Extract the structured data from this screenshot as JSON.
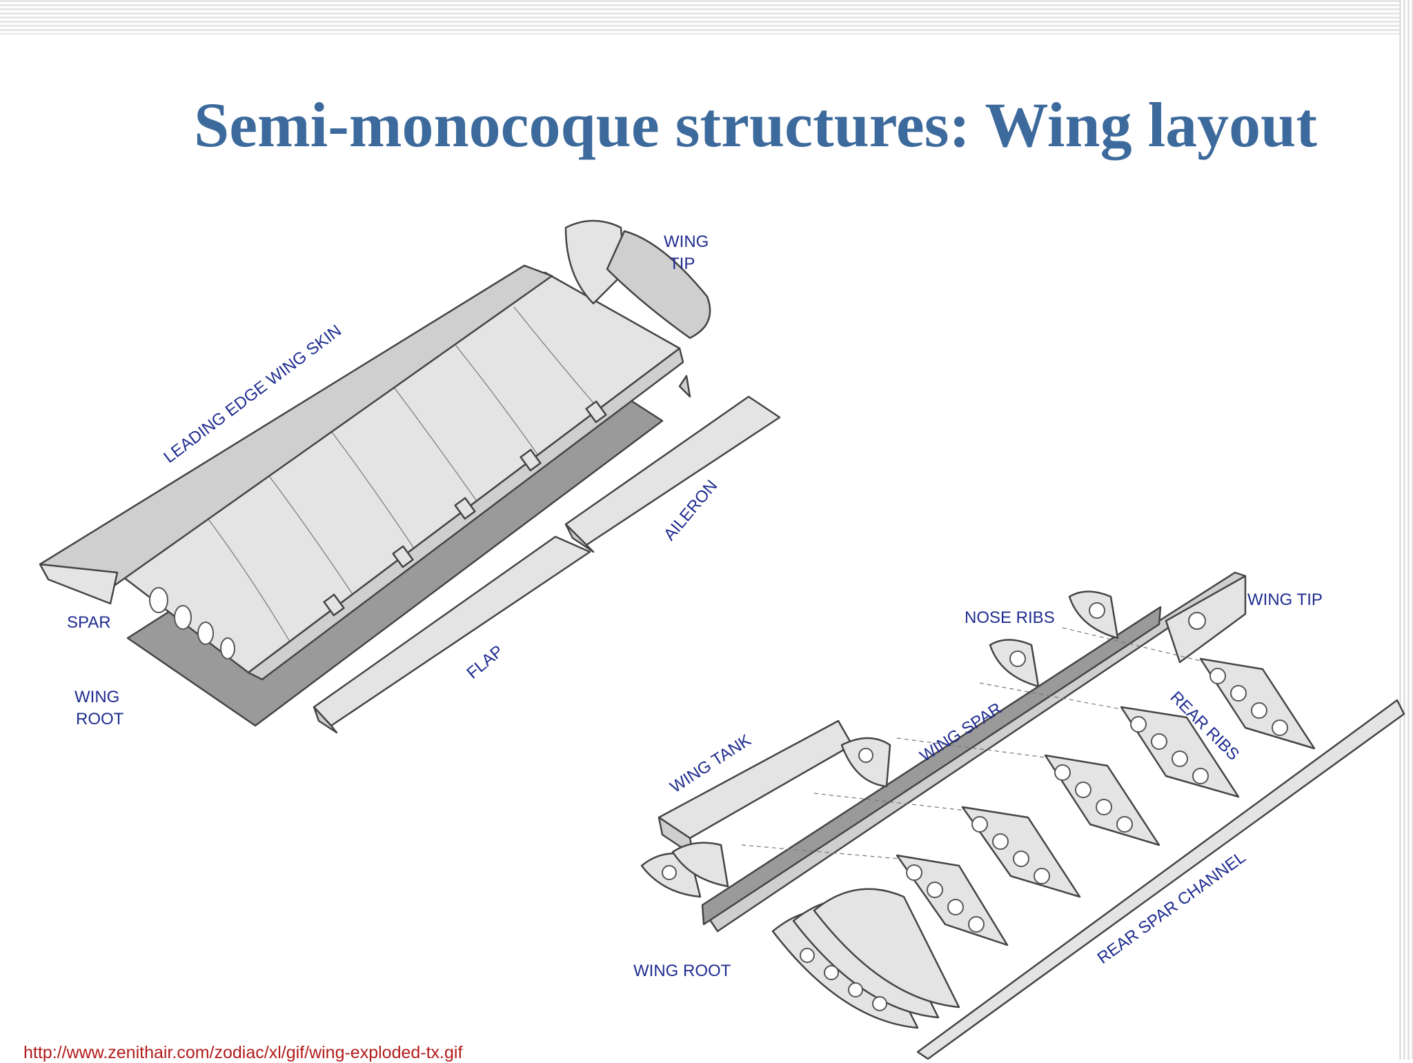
{
  "slide": {
    "title": "Semi-monocoque structures: Wing layout",
    "source_url": "http://www.zenithair.com/zodiac/xl/gif/wing-exploded-tx.gif"
  },
  "diagram_left": {
    "labels": {
      "wing_tip": [
        "WING",
        "TIP"
      ],
      "leading_edge_skin": "LEADING EDGE WING SKIN",
      "aileron": "AILERON",
      "flap": "FLAP",
      "spar": "SPAR",
      "wing_root": [
        "WING",
        "ROOT"
      ]
    }
  },
  "diagram_right": {
    "labels": {
      "nose_ribs": "NOSE RIBS",
      "wing_tip": "WING TIP",
      "rear_ribs": "REAR RIBS",
      "wing_spar": "WING SPAR",
      "wing_tank": "WING TANK",
      "rear_spar_channel": "REAR SPAR CHANNEL",
      "wing_root": "WING ROOT"
    }
  }
}
